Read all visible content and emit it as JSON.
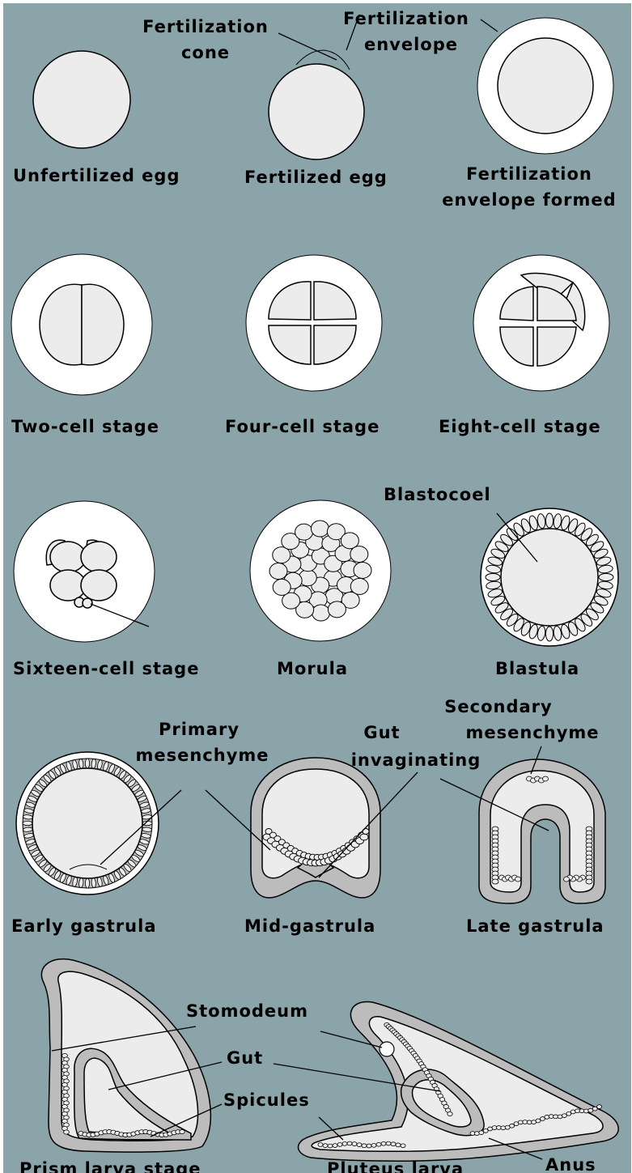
{
  "colors": {
    "background": "#8aa4aa",
    "cell": "#ececec",
    "envelope": "#ffffff",
    "tissue": "#bcbcbc",
    "outline": "#000000"
  },
  "stages": {
    "unfertilized_egg": "Unfertilized egg",
    "fertilized_egg": "Fertilized egg",
    "envelope_formed_1": "Fertilization",
    "envelope_formed_2": "envelope formed",
    "two_cell": "Two-cell stage",
    "four_cell": "Four-cell stage",
    "eight_cell": "Eight-cell stage",
    "sixteen_cell": "Sixteen-cell stage",
    "morula": "Morula",
    "blastula": "Blastula",
    "early_gastrula": "Early gastrula",
    "mid_gastrula": "Mid-gastrula",
    "late_gastrula": "Late gastrula",
    "prism_larva": "Prism larva stage",
    "pluteus_larva": "Pluteus larva"
  },
  "callouts": {
    "fert_cone_1": "Fertilization",
    "fert_cone_2": "cone",
    "fert_env_1": "Fertilization",
    "fert_env_2": "envelope",
    "blastocoel": "Blastocoel",
    "primary_mes_1": "Primary",
    "primary_mes_2": "mesenchyme",
    "gut_inv_1": "Gut",
    "gut_inv_2": "invaginating",
    "secondary_mes_1": "Secondary",
    "secondary_mes_2": "mesenchyme",
    "stomodeum": "Stomodeum",
    "gut": "Gut",
    "spicules": "Spicules",
    "anus": "Anus"
  }
}
